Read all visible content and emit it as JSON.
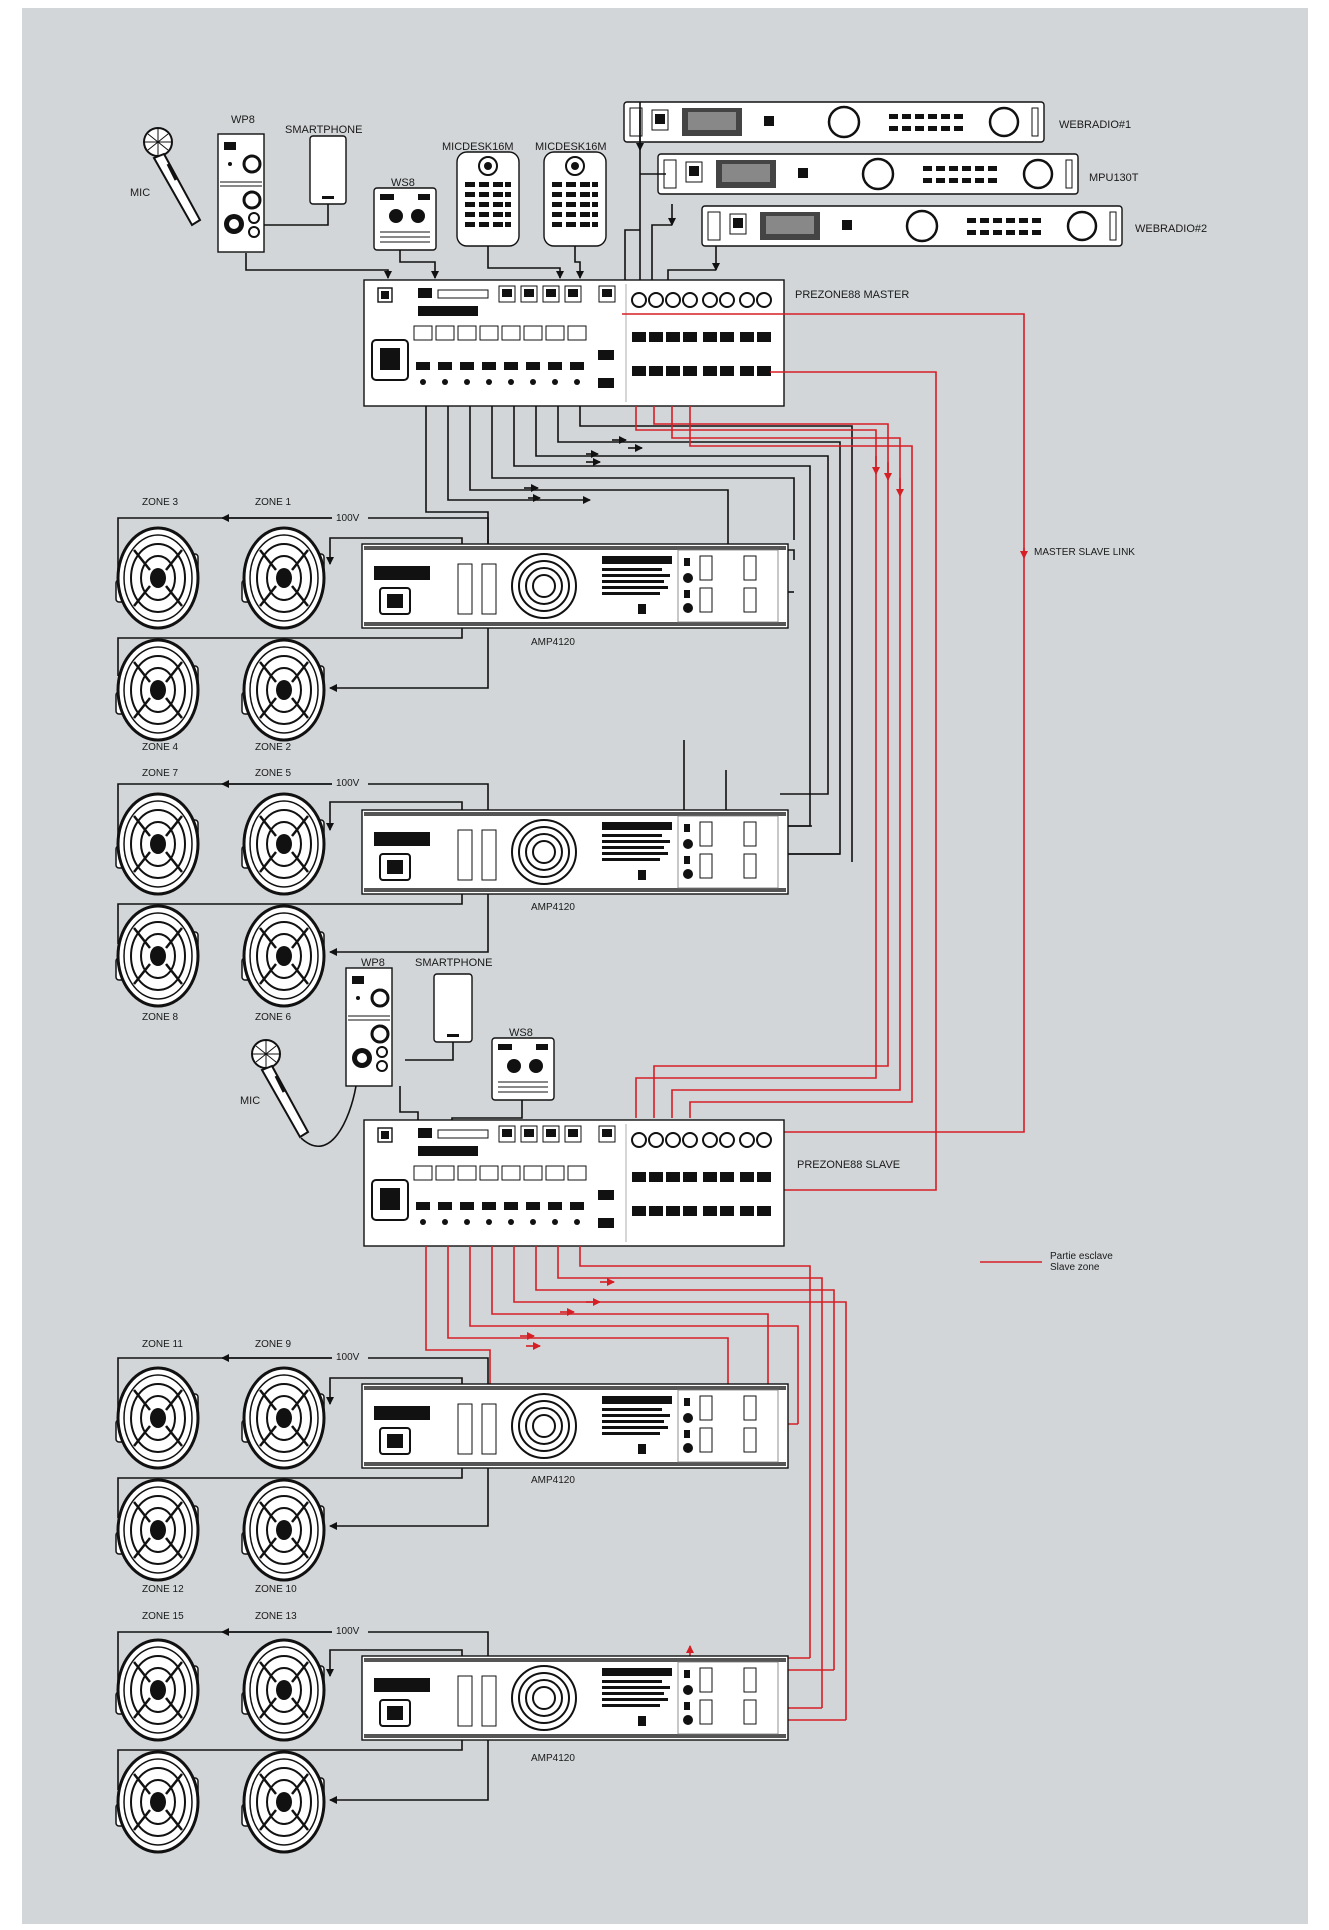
{
  "labels": {
    "mic_top": "MIC",
    "wp8_top": "WP8",
    "smartphone_top": "SMARTPHONE",
    "ws8_top": "WS8",
    "micdesk_1": "MICDESK16M",
    "micdesk_2": "MICDESK16M",
    "webradio_1": "WEBRADIO#1",
    "mpu": "MPU130T",
    "webradio_2": "WEBRADIO#2",
    "master": "PREZONE88 MASTER",
    "master_slave_link": "MASTER SLAVE LINK",
    "slave": "PREZONE88 SLAVE",
    "mic_bottom": "MIC",
    "wp8_bottom": "WP8",
    "smartphone_bottom": "SMARTPHONE",
    "ws8_bottom": "WS8",
    "legend_line1": "Partie esclave",
    "legend_line2": "Slave zone"
  },
  "amps": [
    {
      "name": "AMP4120",
      "voltage": "100V",
      "zones": [
        "ZONE 3",
        "ZONE 1",
        "ZONE 4",
        "ZONE 2"
      ]
    },
    {
      "name": "AMP4120",
      "voltage": "100V",
      "zones": [
        "ZONE 7",
        "ZONE 5",
        "ZONE 8",
        "ZONE 6"
      ]
    },
    {
      "name": "AMP4120",
      "voltage": "100V",
      "zones": [
        "ZONE 11",
        "ZONE 9",
        "ZONE 12",
        "ZONE 10"
      ]
    },
    {
      "name": "AMP4120",
      "voltage": "100V",
      "zones": [
        "ZONE 15",
        "ZONE 13",
        "",
        ""
      ]
    }
  ],
  "colors": {
    "background": "#d2d6d8",
    "slave_link": "#d61e25",
    "wire": "#111111"
  },
  "icons": [
    "microphone-icon",
    "smartphone-icon",
    "speaker-icon",
    "power-inlet-icon",
    "fan-icon"
  ]
}
